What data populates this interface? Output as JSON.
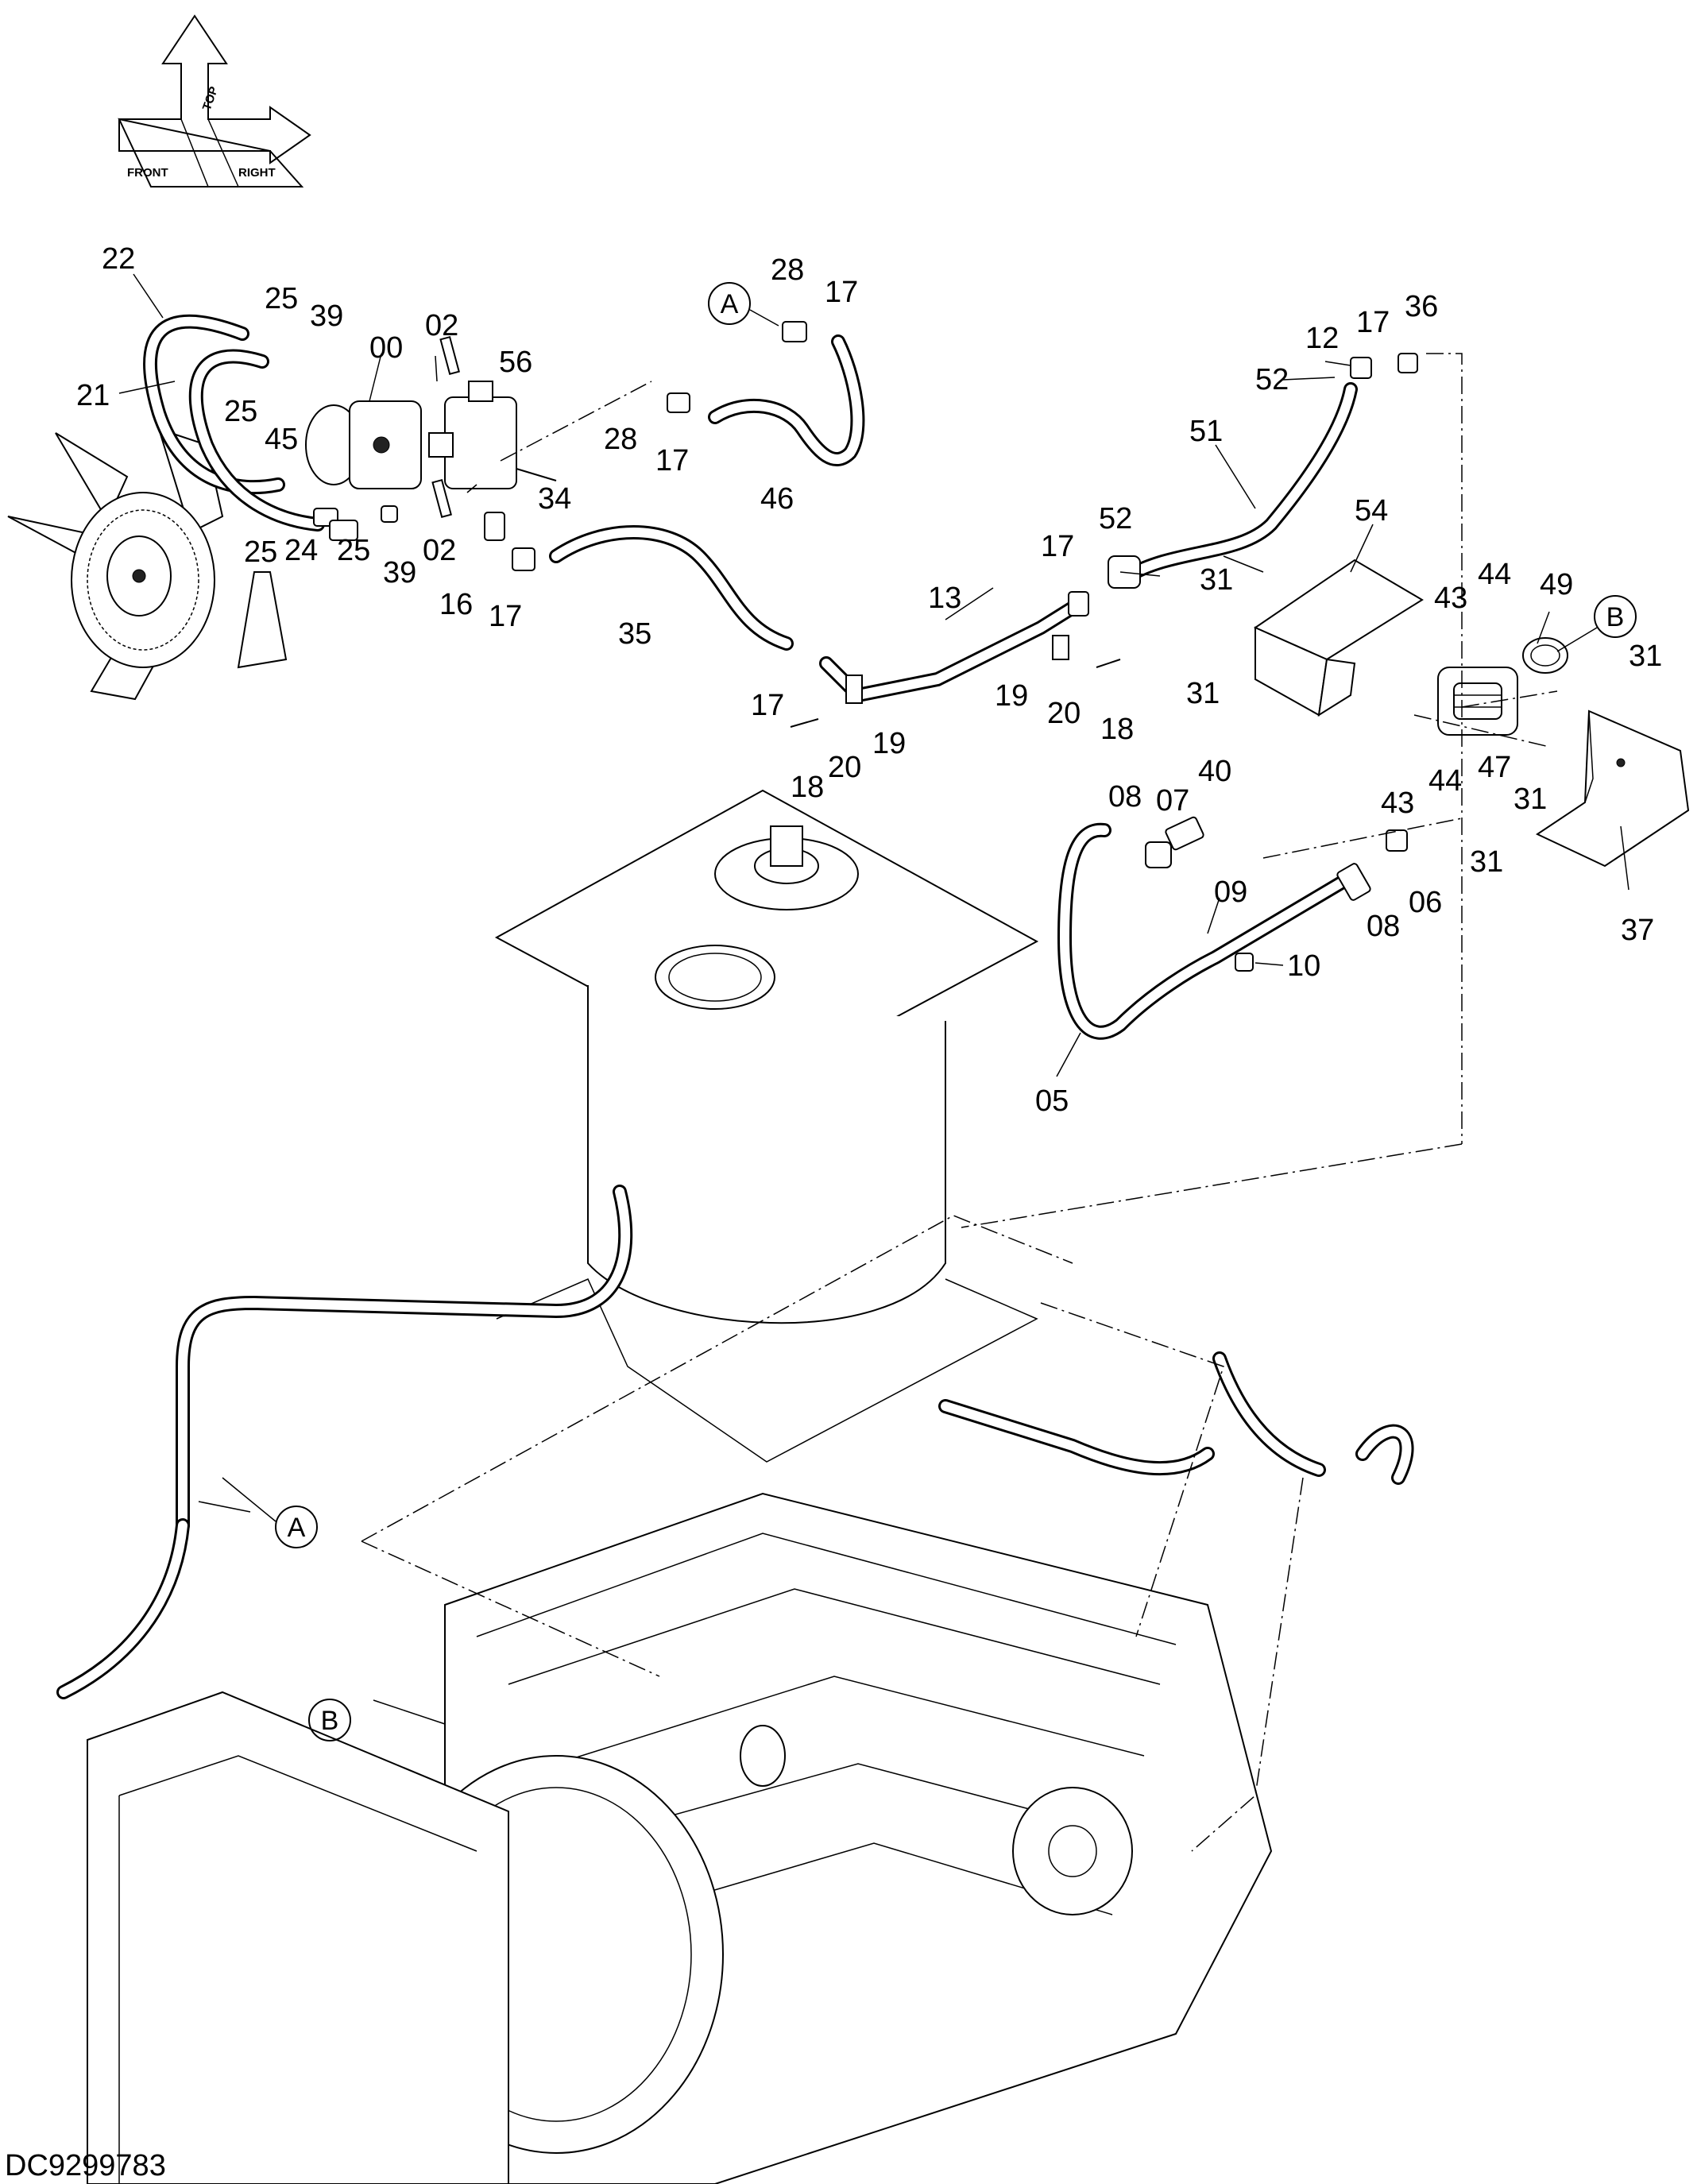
{
  "direction_indicator": {
    "front": "FRONT",
    "top": "TOP",
    "right": "RIGHT"
  },
  "callouts": {
    "a": "A",
    "b": "B"
  },
  "part_labels": {
    "p22": "22",
    "p21": "21",
    "p25a": "25",
    "p39a": "39",
    "p25b": "25",
    "p45": "45",
    "p00": "00",
    "p02a": "02",
    "p56": "56",
    "p34": "34",
    "p25c": "25",
    "p24": "24",
    "p25d": "25",
    "p39b": "39",
    "p02b": "02",
    "p16": "16",
    "p17a": "17",
    "p28a": "28",
    "p17b": "17",
    "p28b": "28",
    "p17c": "17",
    "p46": "46",
    "p35": "35",
    "p13": "13",
    "p17d": "17",
    "p52a": "52",
    "p12": "12",
    "p17e": "17",
    "p36": "36",
    "p52b": "52",
    "p51": "51",
    "p54": "54",
    "p31a": "31",
    "p31b": "31",
    "p43a": "43",
    "p44a": "44",
    "p49": "49",
    "p31c": "31",
    "p47": "47",
    "p43b": "43",
    "p44b": "44",
    "p31d": "31",
    "p31e": "31",
    "p37": "37",
    "p19a": "19",
    "p20a": "20",
    "p18a": "18",
    "p17f": "17",
    "p19b": "19",
    "p20b": "20",
    "p18b": "18",
    "p08a": "08",
    "p07": "07",
    "p40": "40",
    "p09": "09",
    "p08b": "08",
    "p06": "06",
    "p10": "10",
    "p05": "05"
  },
  "drawing_code": "DC9299783"
}
